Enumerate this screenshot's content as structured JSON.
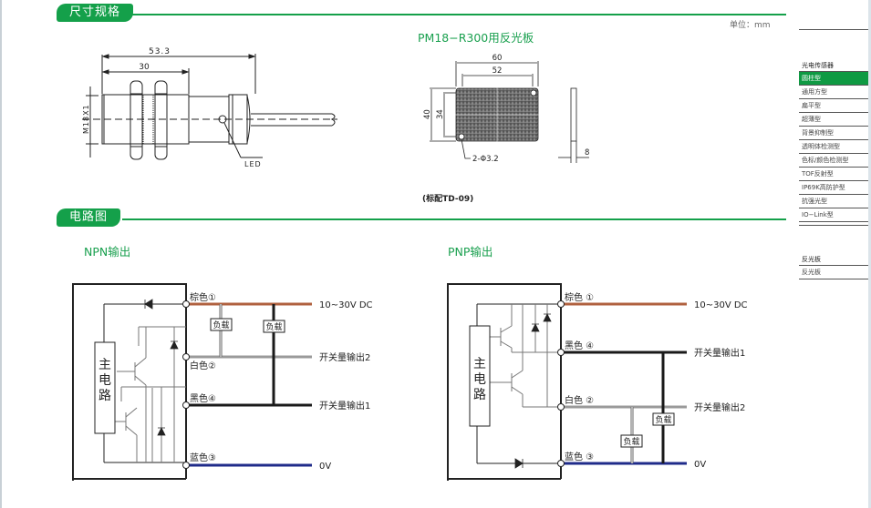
{
  "sections": {
    "dimensions": {
      "title": "尺寸规格",
      "unit_label": "单位：mm"
    },
    "circuit": {
      "title": "电路图"
    }
  },
  "sensor_drawing": {
    "dim_total": "53.3",
    "dim_thread": "30",
    "dim_thread_size": "M18X1",
    "led_label": "LED"
  },
  "reflector": {
    "title": "PM18−R300用反光板",
    "dim_width_outer": "60",
    "dim_width_inner": "52",
    "dim_height_outer": "40",
    "dim_height_inner": "34",
    "hole_label": "2-Φ3.2",
    "thickness": "8",
    "caption": "(标配TD-09)"
  },
  "npn": {
    "title": "NPN输出",
    "main_circuit": [
      "主",
      "电",
      "路"
    ],
    "wires": [
      {
        "label": "棕色①",
        "signal": "10~30V DC",
        "color": "#b0613f"
      },
      {
        "label": "白色②",
        "signal": "开关量输出2",
        "color": "#9a9a9a"
      },
      {
        "label": "黑色④",
        "signal": "开关量输出1",
        "color": "#1a1a1a"
      },
      {
        "label": "蓝色③",
        "signal": "0V",
        "color": "#1f2b8a"
      }
    ],
    "load_label": "负载"
  },
  "pnp": {
    "title": "PNP输出",
    "main_circuit": [
      "主",
      "电",
      "路"
    ],
    "wires": [
      {
        "label": "棕色 ①",
        "signal": "10~30V DC",
        "color": "#b0613f"
      },
      {
        "label": "黑色 ④",
        "signal": "开关量输出1",
        "color": "#1a1a1a"
      },
      {
        "label": "白色 ②",
        "signal": "开关量输出2",
        "color": "#9a9a9a"
      },
      {
        "label": "蓝色 ③",
        "signal": "0V",
        "color": "#1f2b8a"
      }
    ],
    "load_label": "负载"
  },
  "sidebar": {
    "group1_title": "光电传感器",
    "group1_items": [
      {
        "label": "圆柱型",
        "active": true
      },
      {
        "label": "通用方型"
      },
      {
        "label": "扁平型"
      },
      {
        "label": "超薄型"
      },
      {
        "label": "背景抑制型"
      },
      {
        "label": "透明体检测型"
      },
      {
        "label": "色标/颜色检测型"
      },
      {
        "label": "TOF反射型"
      },
      {
        "label": "IP69K高防护型"
      },
      {
        "label": "抗强光型"
      },
      {
        "label": "IO−Link型"
      }
    ],
    "group2_title": "反光板",
    "group2_items": [
      {
        "label": "反光板"
      }
    ]
  },
  "colors": {
    "brand_green": "#14a04a",
    "active_green": "#0f9a43"
  }
}
